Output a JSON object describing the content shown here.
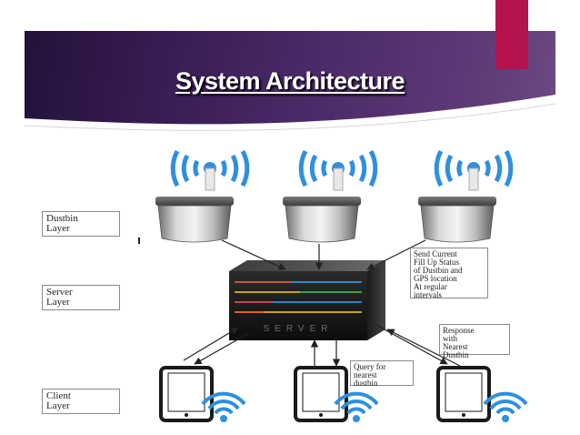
{
  "slide": {
    "title": "System Architecture",
    "colors": {
      "banner": "#3a1e57",
      "accent": "#b3134f",
      "wifi": "#2f8fe0"
    }
  },
  "layers": [
    {
      "label": "Dustbin\nLayer"
    },
    {
      "label": "Server\nLayer"
    },
    {
      "label": "Client\nLayer"
    }
  ],
  "annotations": {
    "send_status": "Send Current\nFill Up Status\nof Dustbin and\nGPS location\nAt regular\nintervals",
    "query": "Query for\nnearest\ndustbin",
    "response": "Response\nwith\nNearest\nDustbin"
  },
  "server": {
    "label": "SERVER"
  },
  "icons": {
    "dustbins": [
      "dustbin-icon",
      "dustbin-icon",
      "dustbin-icon"
    ],
    "phones": [
      "mobile-phone-icon",
      "mobile-phone-icon",
      "mobile-phone-icon"
    ],
    "server": "server-rack-icon",
    "signal": "wifi-signal-icon"
  }
}
